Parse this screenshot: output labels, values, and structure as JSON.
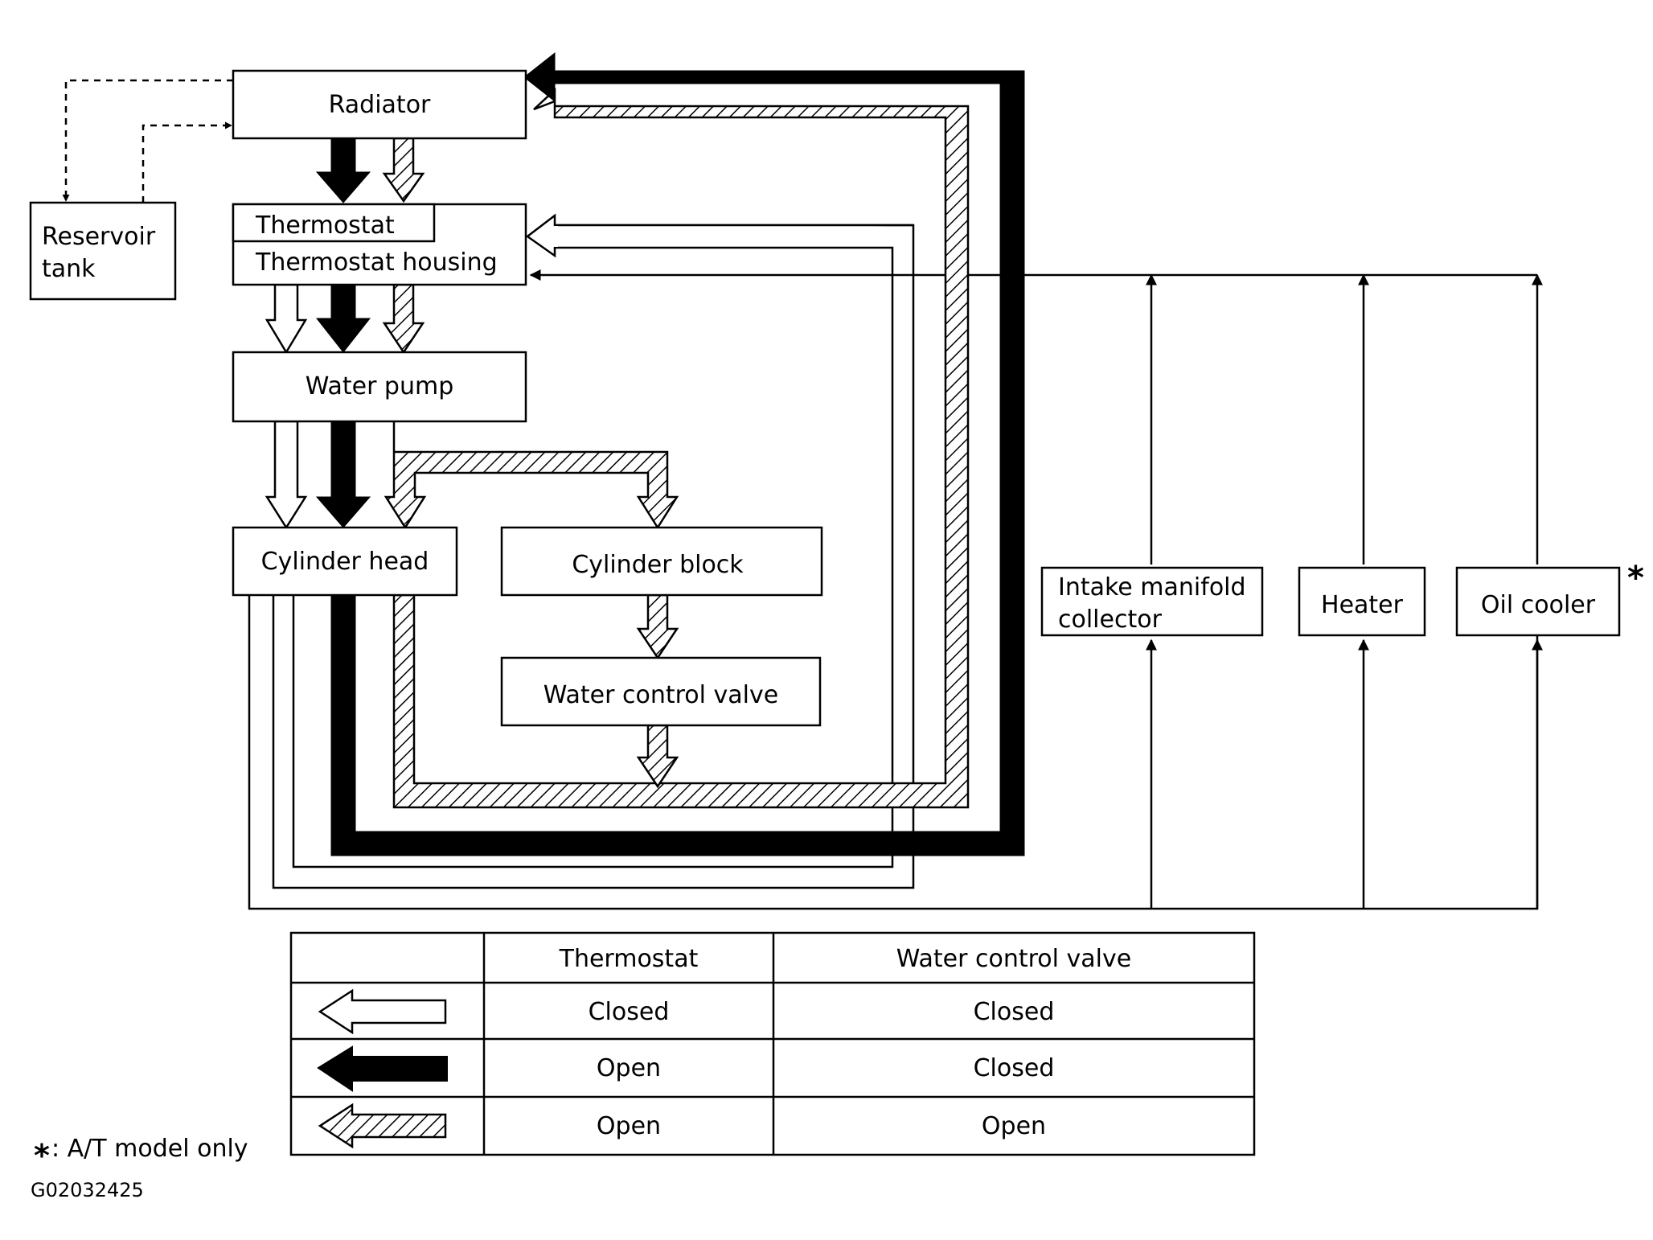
{
  "components": {
    "radiator": "Radiator",
    "reservoir_line1": "Reservoir",
    "reservoir_line2": "tank",
    "thermostat": "Thermostat",
    "thermostat_housing": "Thermostat housing",
    "water_pump": "Water pump",
    "cylinder_head": "Cylinder head",
    "cylinder_block": "Cylinder block",
    "water_control_valve": "Water control valve",
    "intake_line1": "Intake manifold",
    "intake_line2": "collector",
    "heater": "Heater",
    "oil_cooler": "Oil cooler",
    "oil_cooler_mark": "*"
  },
  "legend": {
    "header_thermostat": "Thermostat",
    "header_valve": "Water control valve",
    "rows": [
      {
        "style": "white",
        "thermostat": "Closed",
        "valve": "Closed"
      },
      {
        "style": "black",
        "thermostat": "Open",
        "valve": "Closed"
      },
      {
        "style": "hatched",
        "thermostat": "Open",
        "valve": "Open"
      }
    ]
  },
  "footnote": {
    "star": "*",
    "text": ": A/T model only"
  },
  "figure_id": "G02032425",
  "icons": {
    "white_arrow": "flow-thermostat-closed-valve-closed-icon",
    "black_arrow": "flow-thermostat-open-valve-closed-icon",
    "hatched_arrow": "flow-thermostat-open-valve-open-icon"
  }
}
